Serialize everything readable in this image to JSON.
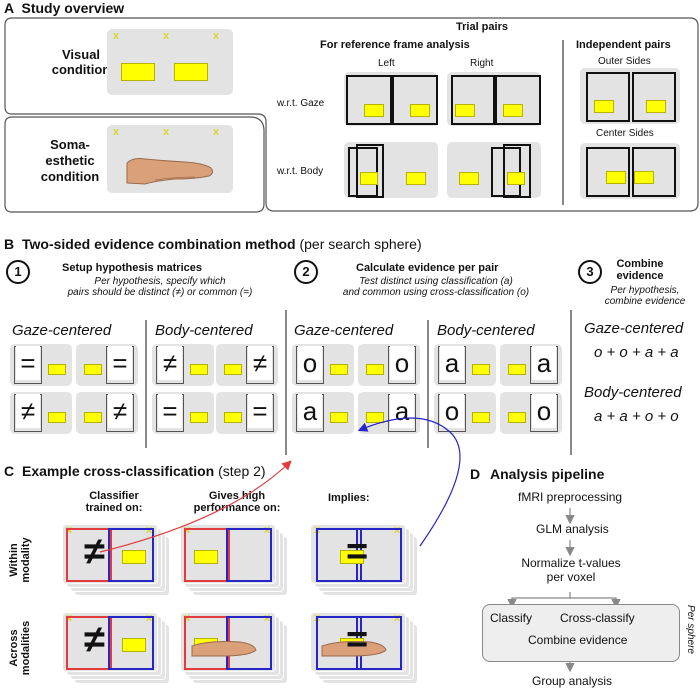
{
  "panel_a": {
    "letter": "A",
    "title": "Study overview",
    "visual_label_1": "Visual",
    "visual_label_2": "condition",
    "soma_label_1": "Soma-",
    "soma_label_2": "esthetic",
    "soma_label_3": "condition",
    "trial_pairs": "Trial pairs",
    "ref_frame": "For reference frame analysis",
    "independent": "Independent pairs",
    "left": "Left",
    "right": "Right",
    "outer_sides": "Outer Sides",
    "center_sides": "Center Sides",
    "wrt_gaze": "w.r.t. Gaze",
    "wrt_body": "w.r.t. Body",
    "x_mark": "x"
  },
  "panel_b": {
    "letter": "B",
    "title": "Two-sided evidence combination method",
    "subtitle": "(per search sphere)",
    "step1_num": "1",
    "step1_title": "Setup hypothesis matrices",
    "step1_desc_1": "Per hypothesis, specify which",
    "step1_desc_2": "pairs should be distinct (≠) or common (=)",
    "step2_num": "2",
    "step2_title": "Calculate evidence per pair",
    "step2_desc_1": "Test distinct using classification (a)",
    "step2_desc_2": "and common using cross-classification (o)",
    "step3_num": "3",
    "step3_title_1": "Combine",
    "step3_title_2": "evidence",
    "step3_desc_1": "Per hypothesis,",
    "step3_desc_2": "combine evidence",
    "gaze_centered": "Gaze-centered",
    "body_centered": "Body-centered",
    "gaze_formula": "o + o + a + a",
    "body_formula": "a + a + o + o",
    "sym_eq": "=",
    "sym_neq": "≠",
    "sym_o": "o",
    "sym_a": "a"
  },
  "panel_c": {
    "letter": "C",
    "title": "Example cross-classification",
    "subtitle": "(step 2)",
    "col1_1": "Classifier",
    "col1_2": "trained on:",
    "col2_1": "Gives high",
    "col2_2": "performance on:",
    "col3": "Implies:",
    "row1_1": "Within",
    "row1_2": "modality",
    "row2_1": "Across",
    "row2_2": "modalities"
  },
  "panel_d": {
    "letter": "D",
    "title": "Analysis pipeline",
    "step1": "fMRI preprocessing",
    "step2": "GLM analysis",
    "step3_1": "Normalize t-values",
    "step3_2": "per voxel",
    "classify": "Classify",
    "cross_classify": "Cross-classify",
    "combine": "Combine evidence",
    "per_sphere_1": "Per",
    "per_sphere_2": "sphere",
    "step5": "Group analysis"
  },
  "colors": {
    "yellow": "#ffff00",
    "panel_gray": "#e3e3e3",
    "red": "#e23b3b",
    "blue": "#2525c8",
    "x_color": "#d9d52b"
  }
}
